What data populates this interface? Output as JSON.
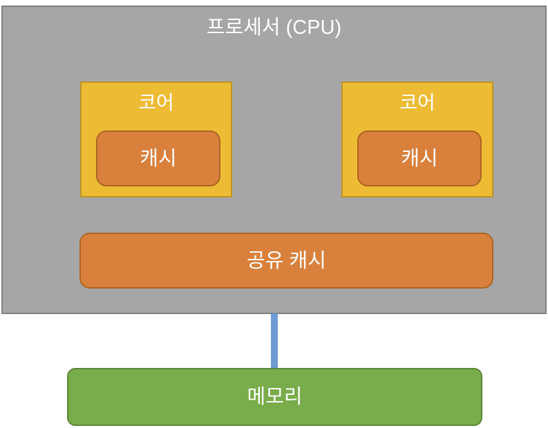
{
  "diagram": {
    "processor": {
      "title": "프로세서 (CPU)",
      "cores": [
        {
          "label": "코어",
          "cache": {
            "label": "캐시"
          }
        },
        {
          "label": "코어",
          "cache": {
            "label": "캐시"
          }
        }
      ],
      "shared_cache": {
        "label": "공유 캐시"
      }
    },
    "connector": {
      "from": "프로세서 (CPU)",
      "to": "메모리"
    },
    "memory": {
      "label": "메모리"
    }
  },
  "colors": {
    "processor_fill": "#A6A6A6",
    "processor_border": "#7F7F7F",
    "core_fill": "#EDBB34",
    "core_border": "#BF9422",
    "cache_fill": "#D9813C",
    "cache_border": "#AC6522",
    "memory_fill": "#79AC4B",
    "memory_border": "#5C8637",
    "connector": "#6E9BD2",
    "label_text": "#FFFFFF"
  }
}
